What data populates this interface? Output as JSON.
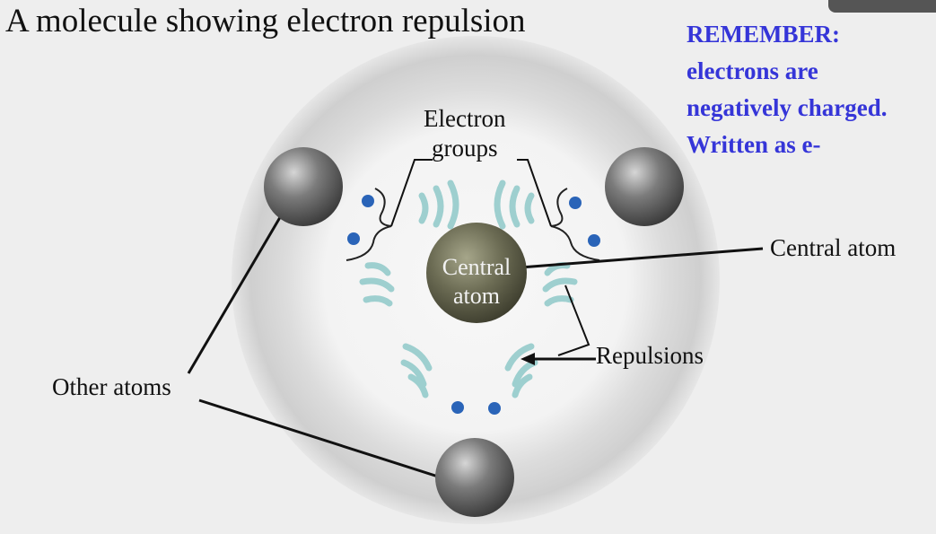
{
  "title": "A molecule showing electron repulsion",
  "note": {
    "line1": "REMEMBER:",
    "line2": "electrons are",
    "line3": "negatively charged.",
    "line4": "Written as e-"
  },
  "labels": {
    "electron_groups_line1": "Electron",
    "electron_groups_line2": "groups",
    "central_atom": "Central atom",
    "central_atom_inner_line1": "Central",
    "central_atom_inner_line2": "atom",
    "repulsions": "Repulsions",
    "other_atoms": "Other atoms"
  },
  "colors": {
    "note_text": "#3535d8",
    "electron_dot": "#2a64b8",
    "repulsion_arc": "#8fc9c9",
    "central_atom": "#6e6e55",
    "outer_atom": "#6a6a6a"
  }
}
